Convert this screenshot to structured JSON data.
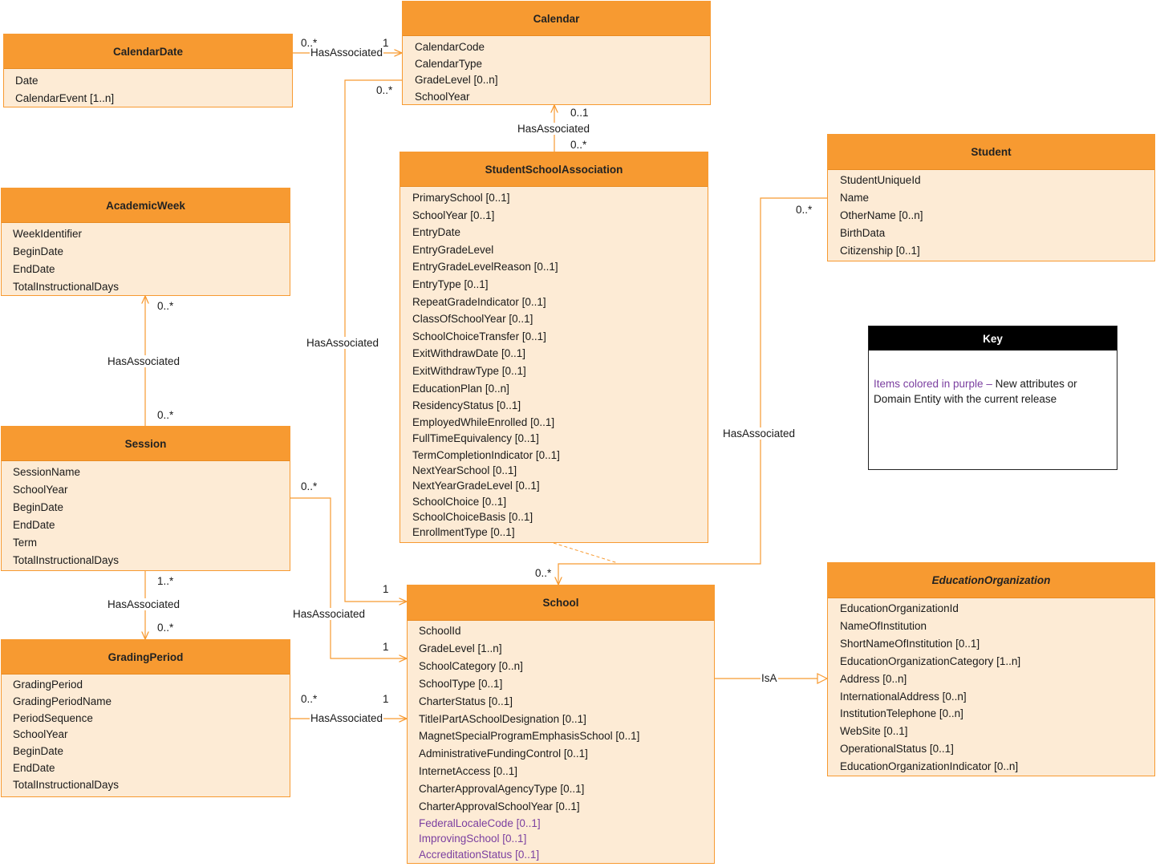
{
  "entities": {
    "calendar_date": {
      "title": "CalendarDate",
      "attrs": [
        "Date",
        "CalendarEvent [1..n]"
      ]
    },
    "calendar": {
      "title": "Calendar",
      "attrs": [
        "CalendarCode",
        "CalendarType",
        "GradeLevel [0..n]",
        "SchoolYear"
      ]
    },
    "academic_week": {
      "title": "AcademicWeek",
      "attrs": [
        "WeekIdentifier",
        "BeginDate",
        "EndDate",
        "TotalInstructionalDays"
      ]
    },
    "session": {
      "title": "Session",
      "attrs": [
        "SessionName",
        "SchoolYear",
        "BeginDate",
        "EndDate",
        "Term",
        "TotalInstructionalDays"
      ]
    },
    "grading_period": {
      "title": "GradingPeriod",
      "attrs": [
        "GradingPeriod",
        "GradingPeriodName",
        "PeriodSequence",
        "SchoolYear",
        "BeginDate",
        "EndDate",
        "TotalInstructionalDays"
      ]
    },
    "student_school_association": {
      "title": "StudentSchoolAssociation",
      "attrs": [
        "PrimarySchool [0..1]",
        "SchoolYear [0..1]",
        "EntryDate",
        "EntryGradeLevel",
        "EntryGradeLevelReason [0..1]",
        "EntryType [0..1]",
        "RepeatGradeIndicator [0..1]",
        "ClassOfSchoolYear [0..1]",
        "SchoolChoiceTransfer [0..1]",
        "ExitWithdrawDate [0..1]",
        "ExitWithdrawType [0..1]",
        "EducationPlan [0..n]",
        "ResidencyStatus [0..1]",
        "EmployedWhileEnrolled [0..1]",
        "FullTimeEquivalency [0..1]",
        "TermCompletionIndicator [0..1]",
        "NextYearSchool [0..1]",
        "NextYearGradeLevel [0..1]",
        "SchoolChoice [0..1]",
        "SchoolChoiceBasis [0..1]",
        "EnrollmentType [0..1]"
      ]
    },
    "student": {
      "title": "Student",
      "attrs": [
        "StudentUniqueId",
        "Name",
        "OtherName [0..n]",
        "BirthData",
        "Citizenship [0..1]"
      ]
    },
    "school": {
      "title": "School",
      "attrs": [
        "SchoolId",
        "GradeLevel [1..n]",
        "SchoolCategory [0..n]",
        "SchoolType [0..1]",
        "CharterStatus [0..1]",
        "TitleIPartASchoolDesignation [0..1]",
        "MagnetSpecialProgramEmphasisSchool [0..1]",
        "AdministrativeFundingControl [0..1]",
        "InternetAccess [0..1]",
        "CharterApprovalAgencyType [0..1]",
        "CharterApprovalSchoolYear [0..1]"
      ],
      "new_attrs": [
        "FederalLocaleCode [0..1]",
        "ImprovingSchool [0..1]",
        "AccreditationStatus [0..1]"
      ]
    },
    "education_organization": {
      "title": "EducationOrganization",
      "attrs": [
        "EducationOrganizationId",
        "NameOfInstitution",
        "ShortNameOfInstitution [0..1]",
        "EducationOrganizationCategory [1..n]",
        "Address [0..n]",
        "InternationalAddress [0..n]",
        "InstitutionTelephone [0..n]",
        "WebSite [0..1]",
        "OperationalStatus [0..1]",
        "EducationOrganizationIndicator [0..n]"
      ]
    }
  },
  "relations": {
    "has_associated": "HasAssociated",
    "is_a": "IsA"
  },
  "multiplicities": {
    "cd_cal_from": "0..*",
    "cd_cal_to": "1",
    "ssa_cal_from": "0..*",
    "ssa_cal_to": "0..1",
    "cal_school_cal": "0..*",
    "cal_school_school": "1",
    "stu_ssa": "0..*",
    "school_ssa": "0..*",
    "session_week_from": "0..*",
    "session_week_to": "0..*",
    "session_school_from": "0..*",
    "session_school_to": "1",
    "session_gp_from": "1..*",
    "session_gp_to": "0..*",
    "gp_school_from": "0..*",
    "gp_school_to": "1"
  },
  "key": {
    "title": "Key",
    "purple_text": "Items colored in purple",
    "dash": " – ",
    "rest_text": "New attributes or Domain Entity with the current release"
  },
  "colors": {
    "entity_header": "#f79a31",
    "entity_body": "#fdebd5",
    "new_attribute": "#7b3fa0",
    "line": "#f79a31"
  }
}
